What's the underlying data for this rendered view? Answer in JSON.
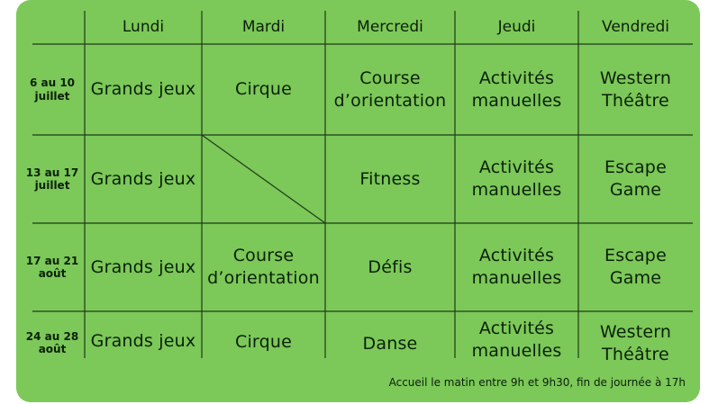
{
  "days": [
    "Lundi",
    "Mardi",
    "Mercredi",
    "Jeudi",
    "Vendredi"
  ],
  "weeks": [
    {
      "label": "6 au 10\njuillet",
      "activities": [
        "Grands jeux",
        "Cirque",
        "Course\nd’orientation",
        "Activités\nmanuelles",
        "Western\nThéâtre"
      ]
    },
    {
      "label": "13 au 17\njuillet",
      "activities": [
        "Grands jeux",
        "",
        "Fitness",
        "Activités\nmanuelles",
        "Escape Game"
      ]
    },
    {
      "label": "17 au 21\naoût",
      "activities": [
        "Grands jeux",
        "Course\nd’orientation",
        "Défis",
        "Activités\nmanuelles",
        "Escape Game"
      ]
    },
    {
      "label": "24 au 28\naoût",
      "activities": [
        "Grands jeux",
        "Cirque",
        "Danse",
        "Activités\nmanuelles",
        "Western\nThéâtre"
      ]
    }
  ],
  "footer": "Accueil le matin entre 9h et 9h30, fin de journée à 17h",
  "colors": {
    "background": "#7cc858",
    "text": "#0b200b",
    "lines": "#1f3a1a"
  }
}
